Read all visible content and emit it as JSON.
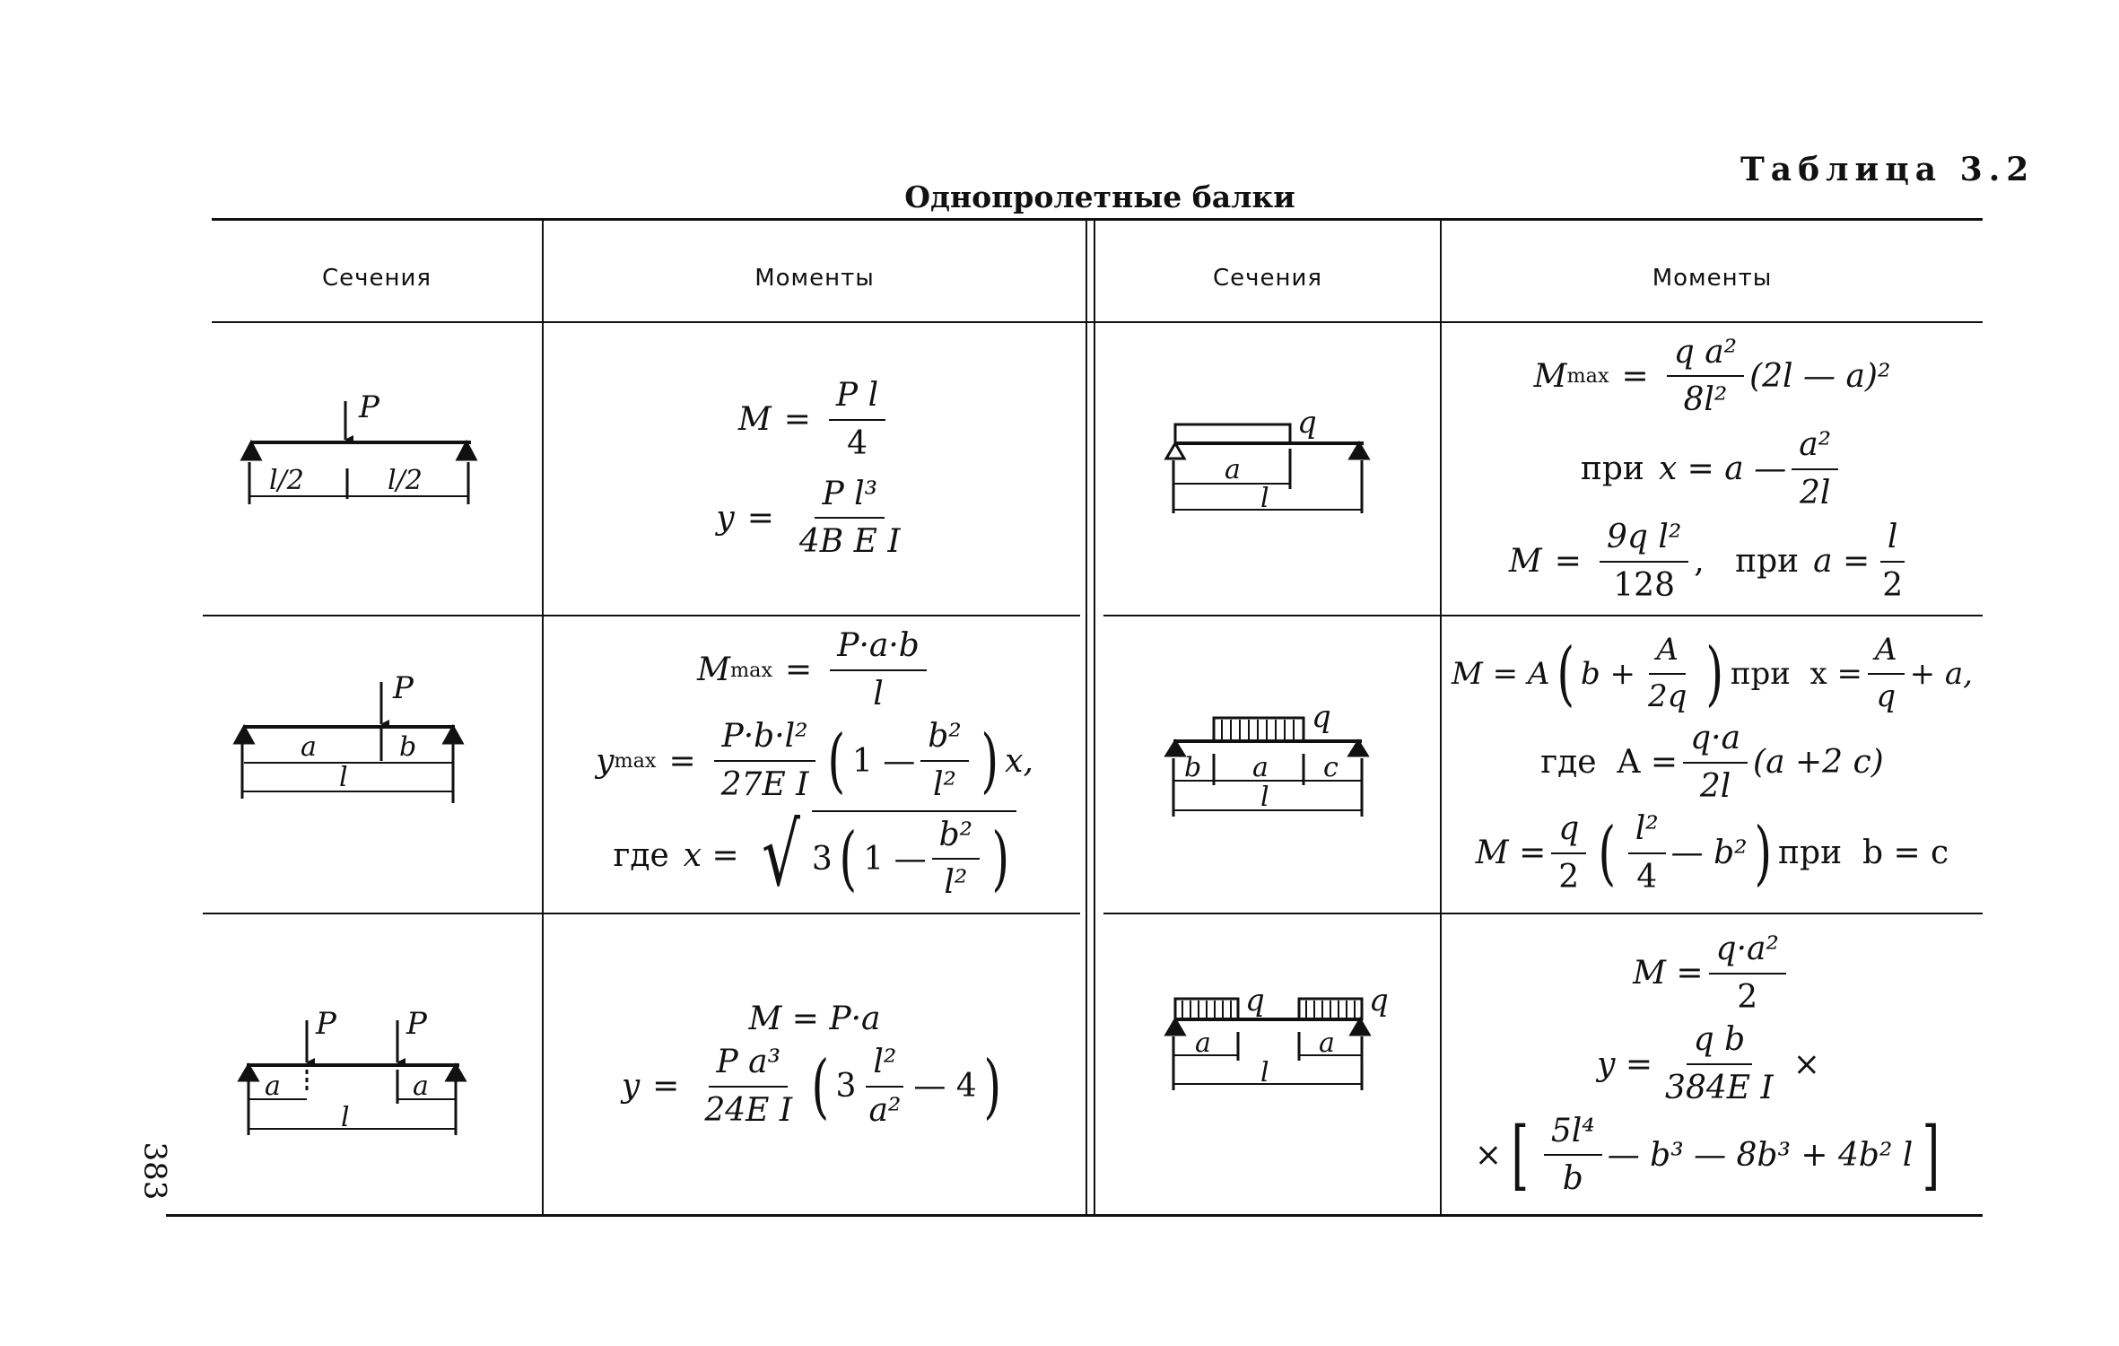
{
  "table_label": "Таблица 3.2",
  "table_title": "Однопролетные балки",
  "headers": [
    "Сечения",
    "Моменты",
    "Сечения",
    "Моменты"
  ],
  "page_number": "383",
  "diagram_labels": {
    "P": "P",
    "q": "q",
    "l": "l",
    "l_half": "l/2",
    "a": "a",
    "b": "b",
    "c": "c"
  },
  "formulas": {
    "r1_left": {
      "M": "M",
      "eq": "=",
      "Pl": "P l",
      "four": "4",
      "y": "y",
      "Pl3": "P l³",
      "den": "4B E I"
    },
    "r1_right": {
      "Mmax": "M",
      "max": "max",
      "eq": "=",
      "qa2": "q a²",
      "den8l2": "8l²",
      "tail": "(2l — a)²",
      "pri": "при",
      "x_eq": "x = a —",
      "a2": "a²",
      "two_l": "2l",
      "M": "M",
      "ninq": "9q l²",
      "d128": "128",
      "comma_pri": ",   при",
      "a_eq": "a =",
      "l": "l",
      "two": "2"
    },
    "r2_left": {
      "Mmax": "M",
      "max": "max",
      "eq": "=",
      "Pab": "P·a·b",
      "l": "l",
      "ymax": "y",
      "ymaxsub": "max",
      "Pbl2": "P·b·l²",
      "den27": "27E I",
      "one_minus": "1 —",
      "b2": "b²",
      "l2": "l²",
      "x_comma": "x,",
      "gde": "где",
      "x_eq": "x =",
      "three": "3",
      "one_minus2": "1 —",
      "b2b": "b²",
      "l2b": "l²"
    },
    "r2_right": {
      "M_eq_A": "M = A",
      "b_plus": "b +",
      "A": "A",
      "two_q": "2q",
      "pri_x": "при  x =",
      "A2": "A",
      "q": "q",
      "plus_a": "+ a,",
      "gde_A": "где  A =",
      "qa": "q·a",
      "two_l": "2l",
      "a_2c": "(a +2 c)",
      "M_eq": "M =",
      "q2": "q",
      "two": "2",
      "l2": "l²",
      "four": "4",
      "minus_b2": "— b²",
      "pri_b": "при  b = c"
    },
    "r3_left": {
      "M_eq_Pa": "M = P·a",
      "y": "y",
      "eq": "=",
      "Pa3": "P a³",
      "den24": "24E I",
      "three": "3",
      "l2": "l²",
      "a2": "a²",
      "minus4": "— 4"
    },
    "r3_right": {
      "M_eq": "M =",
      "qa2": "q·a²",
      "two": "2",
      "y_eq": "y =",
      "qb": "q b",
      "den384": "384E I",
      "times": "×",
      "times2": "×",
      "fivel4": "5l⁴",
      "b": "b",
      "rest": "— b³ — 8b³ + 4b² l"
    }
  }
}
